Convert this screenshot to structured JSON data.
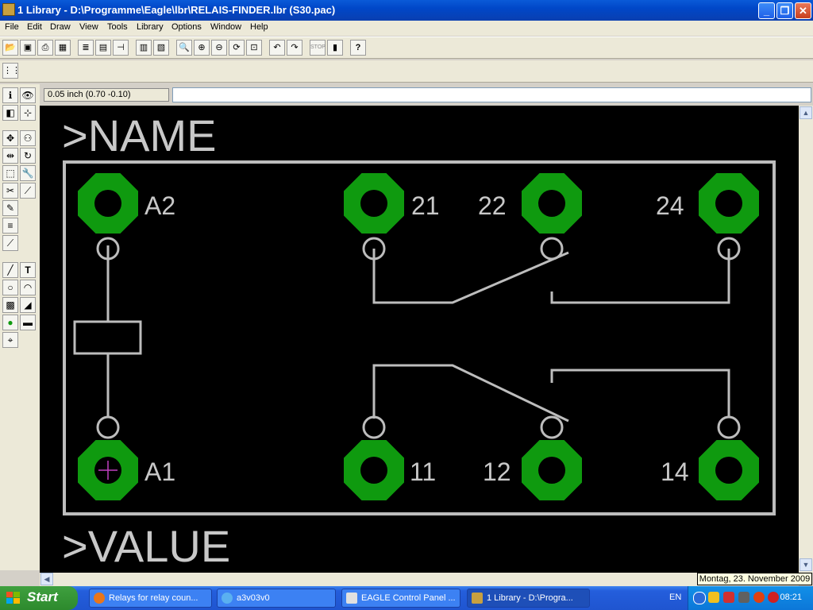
{
  "window": {
    "title": "1 Library - D:\\Programme\\Eagle\\lbr\\RELAIS-FINDER.lbr (S30.pac)"
  },
  "menu": [
    "File",
    "Edit",
    "Draw",
    "View",
    "Tools",
    "Library",
    "Options",
    "Window",
    "Help"
  ],
  "toolbar": {
    "icons": [
      "open-icon",
      "save-icon",
      "print-icon",
      "cam-icon",
      "script-icon",
      "ulp-icon",
      "run-icon",
      "symbol-icon",
      "package-icon",
      "zoom-fit-icon",
      "zoom-in-icon",
      "zoom-out-icon",
      "zoom-redraw-icon",
      "zoom-select-icon",
      "undo-icon",
      "redo-icon",
      "stop-icon",
      "go-icon",
      "help-icon"
    ],
    "stop_label": "STOP",
    "help_label": "?"
  },
  "status": {
    "coordinate": "0.05 inch (0.70 -0.10)",
    "command": ""
  },
  "canvas": {
    "name_placeholder": ">NAME",
    "value_placeholder": ">VALUE",
    "pads": [
      "A2",
      "21",
      "22",
      "24",
      "A1",
      "11",
      "12",
      "14"
    ]
  },
  "colors": {
    "pad": "#0f9a0f",
    "outline": "#bdbdbd",
    "canvas": "#000000",
    "origin": "#c040c0"
  },
  "tooltip": "Montag, 23. November 2009",
  "taskbar": {
    "start": "Start",
    "tasks": [
      {
        "label": "Relays for relay coun..."
      },
      {
        "label": "a3v03v0"
      },
      {
        "label": "EAGLE Control Panel ..."
      },
      {
        "label": "1 Library - D:\\Progra..."
      }
    ],
    "language": "EN",
    "clock": "08:21"
  }
}
